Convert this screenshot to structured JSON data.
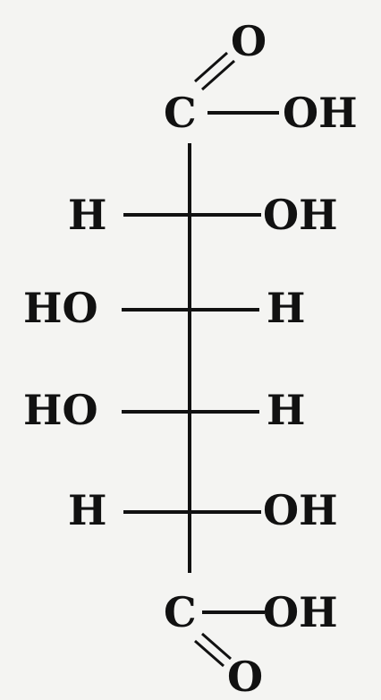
{
  "molecule": {
    "top_carboxyl": {
      "carbon": "C",
      "double_oxygen": "O",
      "hydroxyl": "OH"
    },
    "rows": [
      {
        "left": "H",
        "right": "OH"
      },
      {
        "left": "HO",
        "right": "H"
      },
      {
        "left": "HO",
        "right": "H"
      },
      {
        "left": "H",
        "right": "OH"
      }
    ],
    "bottom_carboxyl": {
      "carbon": "C",
      "double_oxygen": "O",
      "hydroxyl": "OH"
    }
  }
}
